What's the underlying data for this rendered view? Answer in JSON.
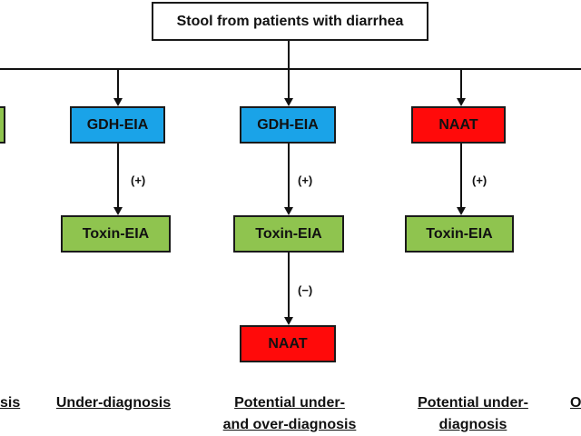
{
  "root": {
    "label": "Stool from patients with diarrhea"
  },
  "columns": [
    {
      "first_test": "",
      "first_color": "#8fc44f",
      "outcome": [
        "sis"
      ]
    },
    {
      "first_test": "GDH-EIA",
      "first_color": "#1aa3e8",
      "edge1": "(+)",
      "second_test": "Toxin-EIA",
      "outcome": [
        "Under-diagnosis"
      ]
    },
    {
      "first_test": "GDH-EIA",
      "first_color": "#1aa3e8",
      "edge1": "(+)",
      "second_test": "Toxin-EIA",
      "edge2": "(−)",
      "third_test": "NAAT",
      "outcome": [
        "Potential under-",
        "and over-diagnosis"
      ]
    },
    {
      "first_test": "NAAT",
      "first_color": "#ff0a0a",
      "edge1": "(+)",
      "second_test": "Toxin-EIA",
      "outcome": [
        "Potential under-",
        "diagnosis"
      ]
    },
    {
      "outcome": [
        "O"
      ]
    }
  ]
}
